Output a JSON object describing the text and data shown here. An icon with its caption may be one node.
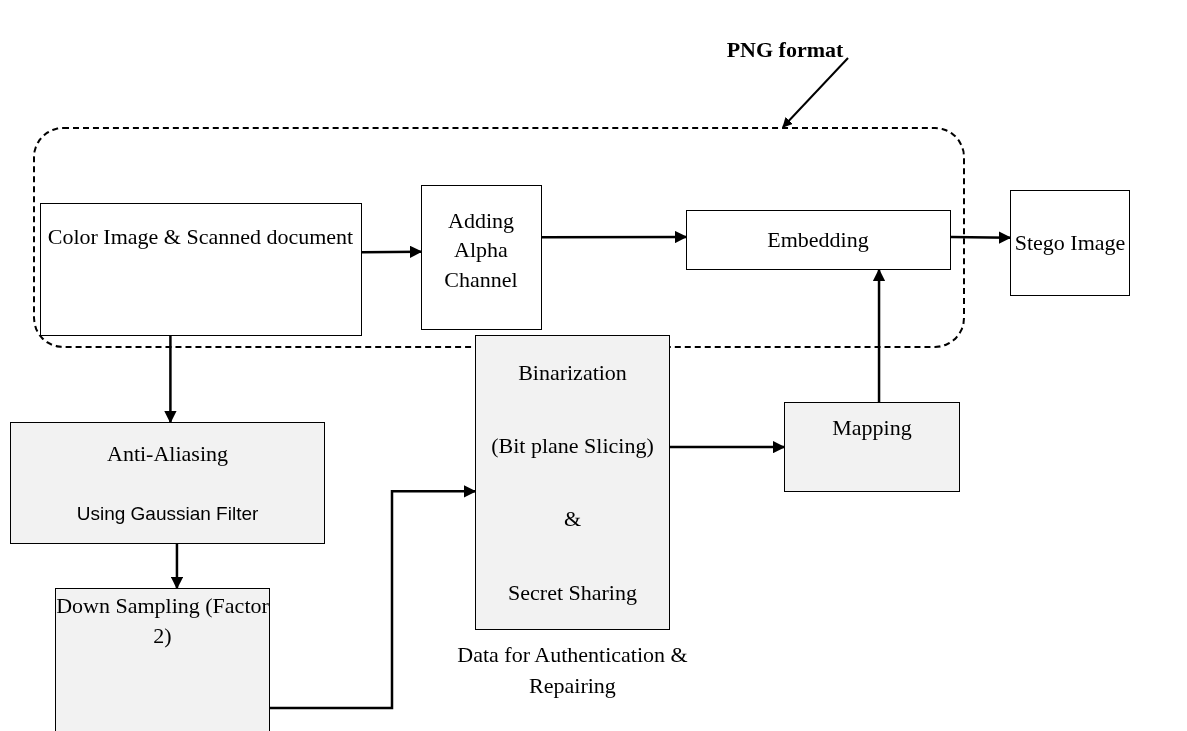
{
  "diagram": {
    "nodes": [
      {
        "text": [
          "PNG format"
        ]
      },
      {
        "text": [],
        "shape": "box"
      },
      {
        "text": [
          "Color Image & Scanned document"
        ],
        "in": 1
      },
      {
        "text": [
          "Adding Alpha Channel"
        ],
        "in": 1
      },
      {
        "text": [
          "Embedding"
        ],
        "in": 1
      },
      {
        "text": [
          "Stego Image"
        ]
      },
      {
        "text": [
          "Anti-Aliasing",
          "Using Gaussian Filter"
        ]
      },
      {
        "text": [
          "Down Sampling (Factor 2)"
        ]
      },
      {
        "text": [
          "Binarization",
          "(Bit plane Slicing)",
          "&",
          "Secret Sharing"
        ],
        "beside": [
          "Data for Authentication & Repairing"
        ]
      },
      {
        "text": [
          "Mapping"
        ]
      }
    ],
    "edges": [
      {
        "from": 0,
        "to": 1,
        "arrow": "to"
      },
      {
        "from": 2,
        "to": 3,
        "arrow": "to"
      },
      {
        "from": 3,
        "to": 4,
        "arrow": "to"
      },
      {
        "from": 4,
        "to": 5,
        "arrow": "to"
      },
      {
        "from": 2,
        "to": 6,
        "arrow": "to"
      },
      {
        "from": 6,
        "to": 7,
        "arrow": "to"
      },
      {
        "from": 7,
        "to": 8,
        "arrow": "to"
      },
      {
        "from": 8,
        "to": 9,
        "arrow": "to"
      },
      {
        "from": 9,
        "to": 4,
        "arrow": "to"
      }
    ]
  }
}
